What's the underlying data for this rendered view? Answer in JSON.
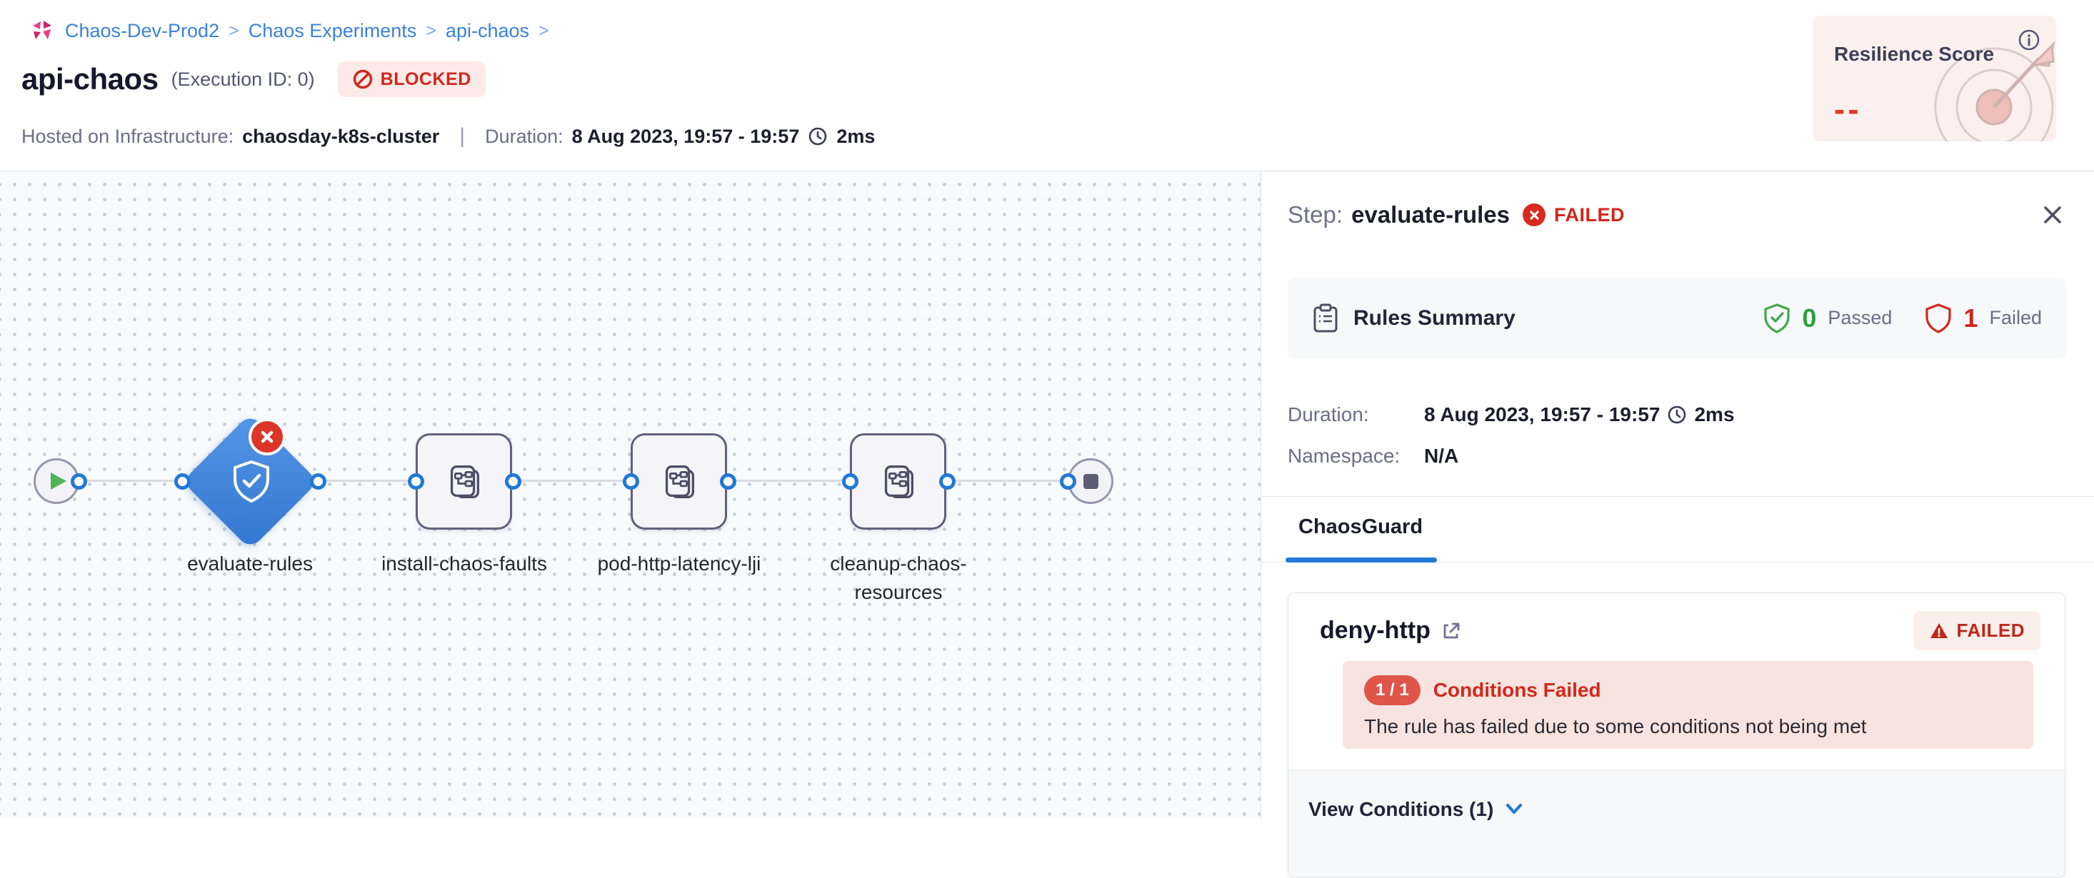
{
  "header": {
    "breadcrumb": {
      "items": [
        "Chaos-Dev-Prod2",
        "Chaos Experiments",
        "api-chaos"
      ],
      "separator": ">"
    },
    "title": "api-chaos",
    "execution_id": "(Execution ID: 0)",
    "status_badge": "BLOCKED",
    "infra_label": "Hosted on Infrastructure:",
    "infra_value": "chaosday-k8s-cluster",
    "duration_label": "Duration:",
    "duration_value": "8 Aug 2023, 19:57 - 19:57",
    "duration_elapsed": "2ms",
    "resilience_card": {
      "title": "Resilience Score",
      "value": "--"
    }
  },
  "pipeline": {
    "nodes": [
      {
        "id": "start",
        "type": "start"
      },
      {
        "id": "evaluate-rules",
        "label": "evaluate-rules",
        "type": "chaos-guard",
        "status": "failed"
      },
      {
        "id": "install-chaos-faults",
        "label": "install-chaos-faults",
        "type": "fault"
      },
      {
        "id": "pod-http-latency-lji",
        "label": "pod-http-latency-lji",
        "type": "fault"
      },
      {
        "id": "cleanup-chaos-resources",
        "label": "cleanup-chaos-resources",
        "type": "fault"
      },
      {
        "id": "end",
        "type": "end"
      }
    ]
  },
  "panel": {
    "step_label": "Step:",
    "step_name": "evaluate-rules",
    "step_status": "FAILED",
    "rules_summary": {
      "title": "Rules Summary",
      "passed_count": "0",
      "passed_label": "Passed",
      "failed_count": "1",
      "failed_label": "Failed"
    },
    "duration_label": "Duration:",
    "duration_value": "8 Aug 2023, 19:57 - 19:57",
    "duration_elapsed": "2ms",
    "namespace_label": "Namespace:",
    "namespace_value": "N/A",
    "tabs": [
      {
        "label": "ChaosGuard",
        "active": true
      }
    ],
    "rule_card": {
      "name": "deny-http",
      "status_badge": "FAILED",
      "conditions_ratio": "1 / 1",
      "conditions_title": "Conditions Failed",
      "conditions_message": "The rule has failed due to some conditions not being met",
      "view_conditions_label": "View Conditions (1)"
    }
  },
  "colors": {
    "primary_blue": "#2079d8",
    "link_blue": "#3b82d8",
    "error_red": "#d0281c",
    "success_green": "#3fa94a",
    "diamond_blue": "#3e86dd",
    "canvas_bg": "#f8fbfe"
  }
}
